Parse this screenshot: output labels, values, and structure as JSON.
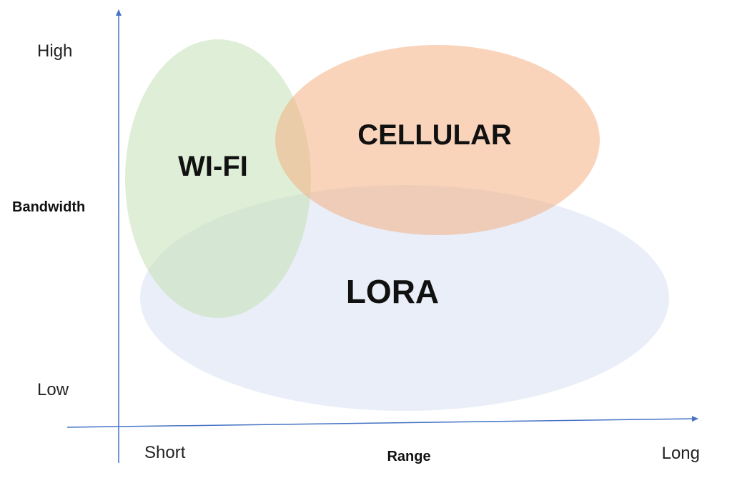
{
  "axes": {
    "y": {
      "title": "Bandwidth",
      "high_label": "High",
      "low_label": "Low"
    },
    "x": {
      "title": "Range",
      "short_label": "Short",
      "long_label": "Long"
    },
    "color": "#4472c4"
  },
  "regions": {
    "lora": {
      "label": "LORA",
      "color": "#dae3f3"
    },
    "wifi": {
      "label": "WI-FI",
      "color": "#c5e0b4"
    },
    "cellular": {
      "label": "CELLULAR",
      "color": "#f4b183"
    }
  }
}
